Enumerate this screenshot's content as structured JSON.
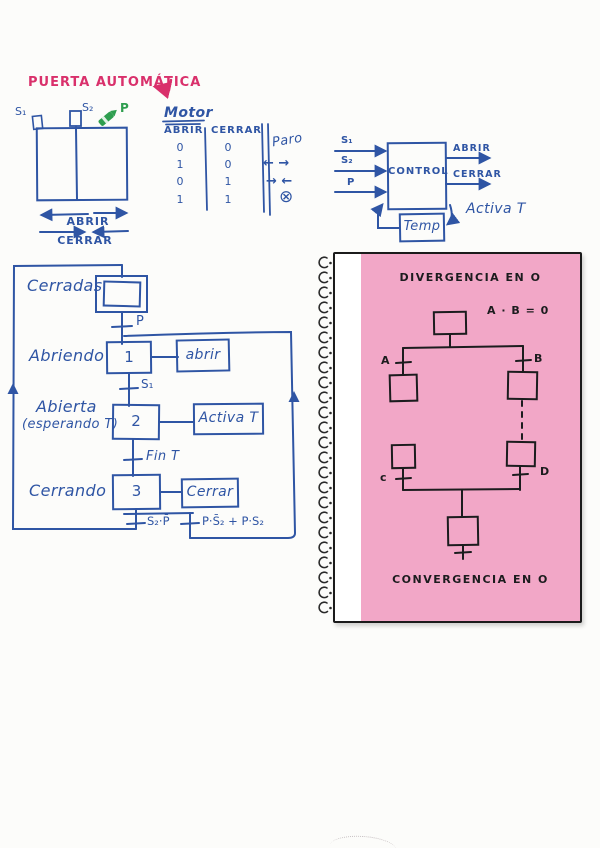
{
  "page": {
    "title": "PUERTA AUTOMÁTICA"
  },
  "door": {
    "sensor_left": "S₁",
    "sensor_mid": "S₂",
    "button": "P",
    "open_label": "ABRIR",
    "close_label": "CERRAR"
  },
  "motor_table": {
    "title": "Motor",
    "col_abrir": "ABRIR",
    "col_cerrar": "CERRAR",
    "rows": [
      [
        "0",
        "0"
      ],
      [
        "1",
        "0"
      ],
      [
        "0",
        "1"
      ],
      [
        "1",
        "1"
      ]
    ],
    "paro_label": "Paro",
    "paro_symbols": [
      "←  →",
      "→ ←",
      "⊗"
    ]
  },
  "control": {
    "inputs": [
      "S₁",
      "S₂",
      "P"
    ],
    "box_label": "CONTROL",
    "out_abrir": "ABRIR",
    "out_cerrar": "CERRAR",
    "temp_label": "Temp",
    "activa_label": "Activa T"
  },
  "grafcet": {
    "state0": "Cerradas",
    "t0": "P",
    "state1": "Abriendo",
    "step1": "1",
    "action1": "abrir",
    "t1": "S₁",
    "state2a": "Abierta",
    "state2b": "(esperando T)",
    "step2": "2",
    "action2": "Activa T",
    "t2": "Fin T",
    "state3": "Cerrando",
    "step3": "3",
    "action3": "Cerrar",
    "t3_left": "S₂·P̄",
    "t3_right": "P·S̄₂ + P·S₂"
  },
  "notebook": {
    "title_top": "DIVERGENCIA EN O",
    "formula": "A · B = 0",
    "t_a": "A",
    "t_b": "B",
    "t_c": "c",
    "t_d": "D",
    "title_bottom": "CONVERGENCIA EN O"
  },
  "colors": {
    "ink_blue": "#2f55a4",
    "ink_red": "#d9306b",
    "ink_green": "#2e9e4f",
    "ink_black": "#1c1c1e",
    "paper_pink": "#f2a7c7"
  }
}
